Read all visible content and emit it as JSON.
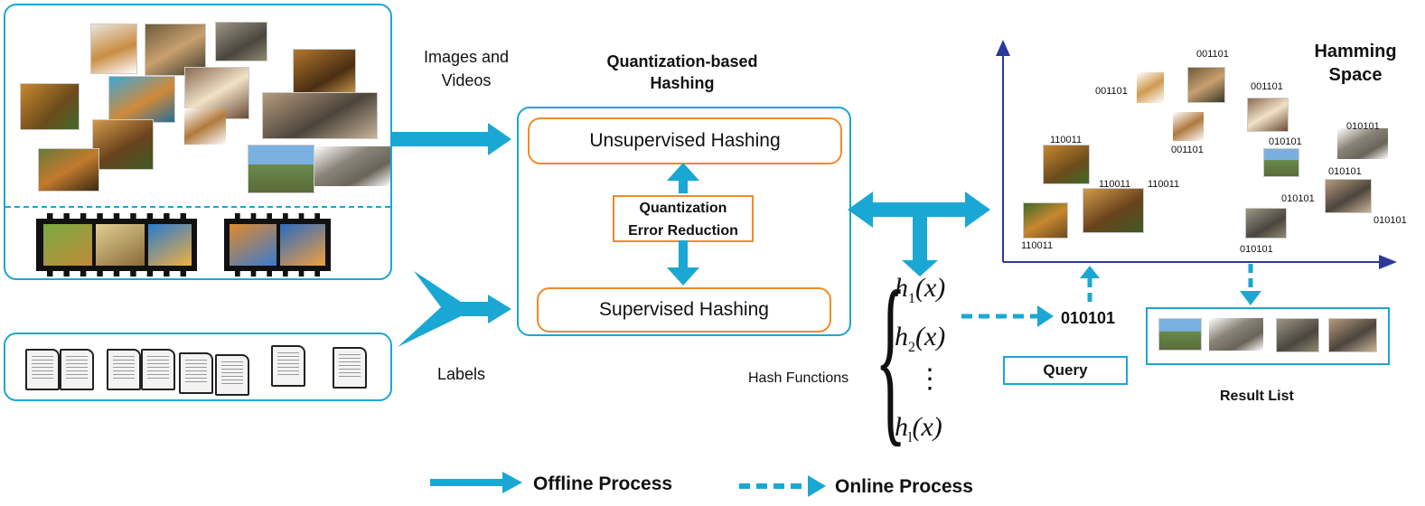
{
  "labels": {
    "images_and_videos": "Images and\nVideos",
    "labels": "Labels",
    "quantization_based_hashing": "Quantization-based\nHashing",
    "unsupervised_hashing": "Unsupervised Hashing",
    "quantization_error_reduction": "Quantization\nError Reduction",
    "supervised_hashing": "Supervised Hashing",
    "hash_functions": "Hash Functions",
    "query_code": "010101",
    "query": "Query",
    "result_list": "Result List",
    "hamming_space": "Hamming\nSpace",
    "legend_offline": "Offline Process",
    "legend_online": "Online Process"
  },
  "hash_functions": {
    "h1": "h",
    "h1_sub": "1",
    "h1_arg": "(x)",
    "h2": "h",
    "h2_sub": "2",
    "h2_arg": "(x)",
    "dots": "⋮",
    "hl": "h",
    "hl_sub": "l",
    "hl_arg": "(x)"
  },
  "hamming_codes": {
    "c1": "001101",
    "c2": "001101",
    "c3": "001101",
    "c4": "001101",
    "c5": "110011",
    "c6": "110011",
    "c7": "110011",
    "c8": "110011",
    "c9": "010101",
    "c10": "010101",
    "c11": "010101",
    "c12": "010101",
    "c13": "010101",
    "c14": "010101"
  },
  "colors": {
    "accent_blue": "#1aa7d4",
    "orange": "#f08a2c",
    "axis_navy": "#2b3a9a"
  }
}
